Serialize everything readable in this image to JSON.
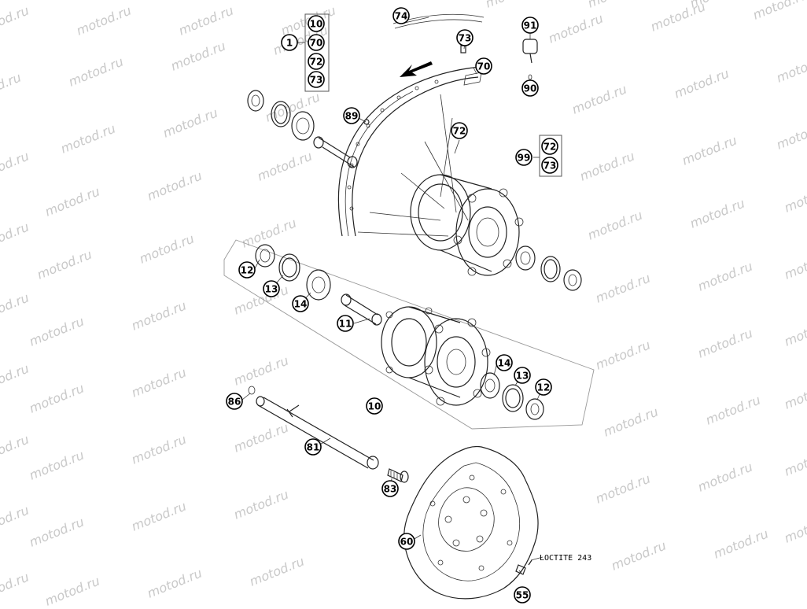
{
  "watermark": "motod.ru",
  "callouts": [
    {
      "id": "c74",
      "label": "74"
    },
    {
      "id": "c73a",
      "label": "73"
    },
    {
      "id": "c70b",
      "label": "70"
    },
    {
      "id": "c91",
      "label": "91"
    },
    {
      "id": "c90",
      "label": "90"
    },
    {
      "id": "c89",
      "label": "89"
    },
    {
      "id": "c72b",
      "label": "72"
    },
    {
      "id": "c12a",
      "label": "12"
    },
    {
      "id": "c13a",
      "label": "13"
    },
    {
      "id": "c14a",
      "label": "14"
    },
    {
      "id": "c11",
      "label": "11"
    },
    {
      "id": "c14b",
      "label": "14"
    },
    {
      "id": "c13b",
      "label": "13"
    },
    {
      "id": "c12b",
      "label": "12"
    },
    {
      "id": "c86",
      "label": "86"
    },
    {
      "id": "c10b",
      "label": "10"
    },
    {
      "id": "c81",
      "label": "81"
    },
    {
      "id": "c83",
      "label": "83"
    },
    {
      "id": "c60",
      "label": "60"
    },
    {
      "id": "c55",
      "label": "55"
    }
  ],
  "groups": [
    {
      "id": "g1",
      "parent": "1",
      "items": [
        "10",
        "70",
        "72",
        "73"
      ]
    },
    {
      "id": "g99",
      "parent": "99",
      "items": [
        "72",
        "73"
      ]
    }
  ],
  "note": "LOCTITE 243"
}
